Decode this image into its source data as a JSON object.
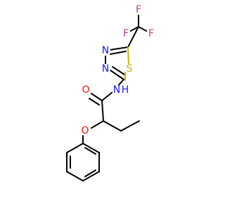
{
  "molecule": {
    "atoms": {
      "f1": {
        "symbol": "F",
        "color": "#b0409a"
      },
      "f2": {
        "symbol": "F",
        "color": "#b0409a"
      },
      "f3": {
        "symbol": "F",
        "color": "#b0409a"
      },
      "n_ring_a": {
        "symbol": "N",
        "color": "#1a1aff"
      },
      "n_ring_b": {
        "symbol": "N",
        "color": "#1a1aff"
      },
      "s_ring": {
        "symbol": "S",
        "color": "#c6b200"
      },
      "o_carbonyl": {
        "symbol": "O",
        "color": "#ff0d0d"
      },
      "n_amide": {
        "symbol": "N",
        "color": "#1a1aff"
      },
      "h_amide": {
        "symbol": "H",
        "color": "#1a1aff"
      },
      "o_ether": {
        "symbol": "O",
        "color": "#ff0d0d"
      }
    }
  }
}
